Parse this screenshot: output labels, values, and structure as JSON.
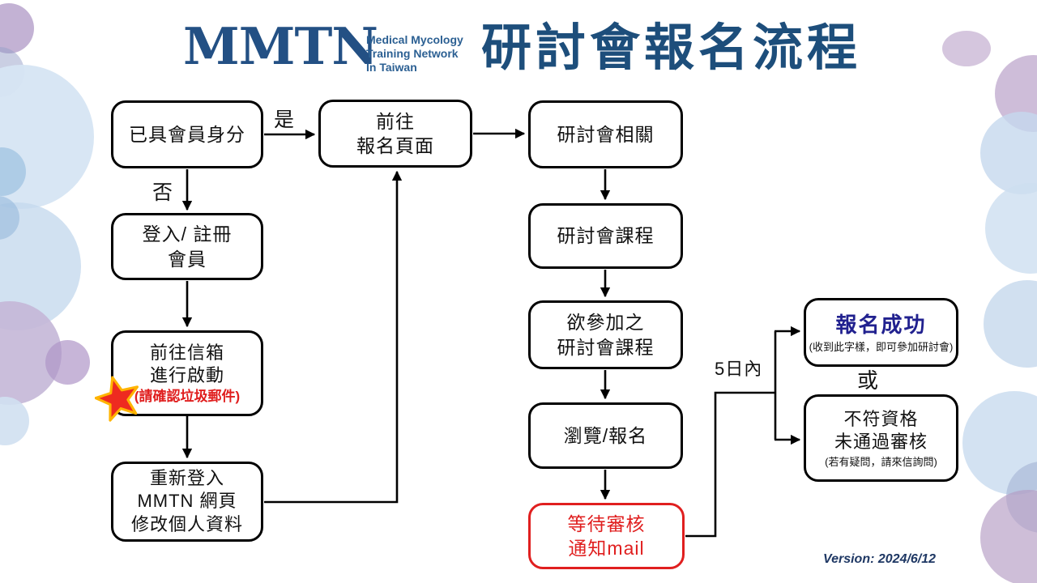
{
  "header": {
    "logo_acronym": "MMTN",
    "logo_tagline": [
      "Medical Mycology",
      "Training Network",
      "In Taiwan"
    ],
    "title": "研討會報名流程"
  },
  "boxes": {
    "member_check": {
      "lines": [
        "已具會員身分"
      ]
    },
    "goto_registration": {
      "lines": [
        "前往",
        "報名頁面"
      ]
    },
    "seminar_related": {
      "lines": [
        "研討會相關"
      ]
    },
    "login_register": {
      "lines": [
        "登入/ 註冊",
        "會員"
      ]
    },
    "seminar_courses": {
      "lines": [
        "研討會課程"
      ]
    },
    "activate_mailbox": {
      "lines": [
        "前往信箱",
        "進行啟動"
      ],
      "note": "(請確認垃圾郵件)"
    },
    "desired_courses": {
      "lines": [
        "欲參加之",
        "研討會課程"
      ]
    },
    "browse_register": {
      "lines": [
        "瀏覽/報名"
      ]
    },
    "relogin_update": {
      "lines": [
        "重新登入",
        "MMTN 網頁",
        "修改個人資料"
      ]
    },
    "await_review": {
      "lines": [
        "等待審核",
        "通知mail"
      ]
    },
    "register_success": {
      "title": "報名成功",
      "note": "(收到此字樣，即可參加研討會)"
    },
    "not_qualified": {
      "lines": [
        "不符資格",
        "未通過審核"
      ],
      "note": "(若有疑問，請來信詢問)"
    }
  },
  "labels": {
    "yes": "是",
    "no": "否",
    "within_5_days": "5日內",
    "or": "或"
  },
  "footer": {
    "version": "Version: 2024/6/12"
  },
  "colors": {
    "title_blue": "#1d4e7b",
    "logo_blue": "#235084",
    "alert_red": "#e01f1f",
    "success_navy": "#21218f",
    "star_fill": "#ee2b20",
    "star_stroke": "#ffb400"
  }
}
